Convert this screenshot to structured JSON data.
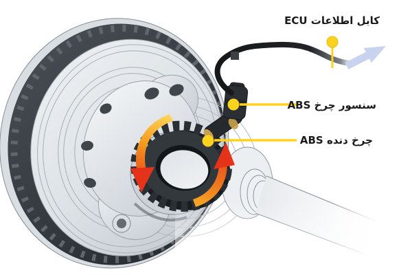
{
  "labels": {
    "ecu_cable": "کابل اطلاعات ECU",
    "wheel_sensor": "سنسور چرخ ABS",
    "tone_ring": "چرخ دنده ABS"
  },
  "colors": {
    "background": "#FFFFFF",
    "text": "#1A1A1A",
    "callout_yellow": "#FFD21E",
    "arrow_orange": "#F59C1D",
    "arrow_red": "#E5331A",
    "arrow_blue_dark": "#2E309A",
    "arrow_blue_light": "#C9D3EE",
    "cable_black": "#1B1D1F",
    "part_dark": "#2F353A",
    "metal_light": "#E9ECEF",
    "metal_shadow": "#C3C9D0"
  },
  "icons": {
    "direction_arrow": "ecu-direction-arrow-icon",
    "rotation_left": "rotation-arrow-left-icon",
    "rotation_right": "rotation-arrow-right-icon",
    "pin_marker": "cable-pin-marker-icon"
  }
}
